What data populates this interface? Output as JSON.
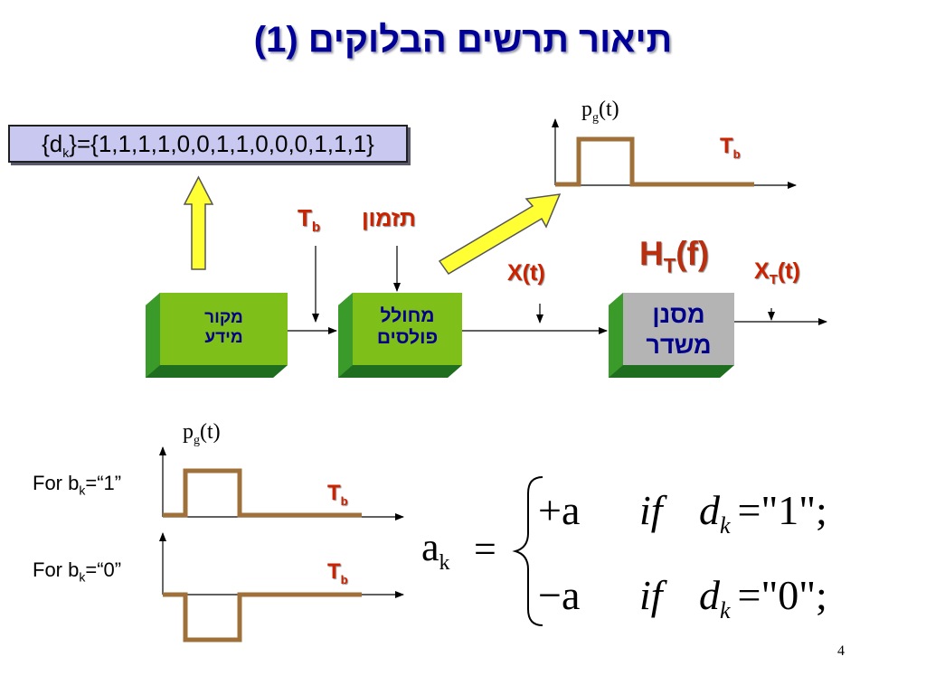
{
  "slide": {
    "title": "תיאור תרשים הבלוקים (1)",
    "page_number": "4"
  },
  "sequence": {
    "open": "{d",
    "sub": "k",
    "close": "}={1,1,1,1,0,0,1,1,0,0,0,1,1,1}"
  },
  "blocks": {
    "source_line1": "מקור",
    "source_line2": "מידע",
    "pulse_line1": "מחולל",
    "pulse_line2": "פולסים",
    "filter_line1": "מסנן",
    "filter_line2": "משדר"
  },
  "labels": {
    "tb_main": "T",
    "tb_sub": "b",
    "timing": "תזמון",
    "xt": "X(t)",
    "ht_main": "H",
    "ht_sub": "T",
    "ht_end": "(f)",
    "xtt_main": "X",
    "xtt_sub": "T",
    "xtt_end": "(t)",
    "pg_main": "p",
    "pg_sub": "g",
    "pg_end": "(t)",
    "for_b_prefix": "For b",
    "for_b_sub": "k",
    "for_b1_value": "=“1”",
    "for_b0_value": "=“0”"
  },
  "equation": {
    "lhs_main": "a",
    "lhs_sub": "k",
    "equals": "=",
    "row1_value": "+a",
    "row2_value": "−a",
    "if_word": "if",
    "d_main": "d",
    "d_sub": "k",
    "row1_rhs": "=\"1\";",
    "row2_rhs": "=\"0\";"
  },
  "colors": {
    "title": "#000099",
    "block_green_front": "#7fbf1a",
    "block_green_side": "#2e8b2e",
    "filter_gray": "#b4b4b4",
    "pulse_brown": "#a0703a",
    "arrow_yellow": "#ffff33",
    "red_label": "#cc2200"
  }
}
